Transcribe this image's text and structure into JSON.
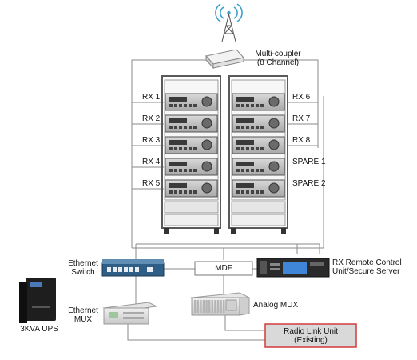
{
  "labels": {
    "coupler_line1": "Multi-coupler",
    "coupler_line2": "(8 Channel)",
    "rx1": "RX 1",
    "rx2": "RX 2",
    "rx3": "RX 3",
    "rx4": "RX 4",
    "rx5": "RX 5",
    "rx6": "RX 6",
    "rx7": "RX 7",
    "rx8": "RX 8",
    "spare1": "SPARE 1",
    "spare2": "SPARE 2",
    "eth_switch_line1": "Ethernet",
    "eth_switch_line2": "Switch",
    "mdf": "MDF",
    "rx_remote_line1": "RX Remote Control",
    "rx_remote_line2": "Unit/Secure Server",
    "ups": "3KVA UPS",
    "eth_mux_line1": "Ethernet",
    "eth_mux_line2": "MUX",
    "analog_mux": "Analog MUX",
    "radio_link_line1": "Radio Link Unit",
    "radio_link_line2": "(Existing)"
  },
  "colors": {
    "line": "#8a8a8a",
    "rack_frame": "#5a5a5a",
    "radio_link_border": "#d33a3a",
    "radio_link_fill": "#d9d9d9",
    "switch_body": "#2f5f86",
    "screen_blue": "#3f86d8",
    "ups_body": "#1e1e1e"
  }
}
